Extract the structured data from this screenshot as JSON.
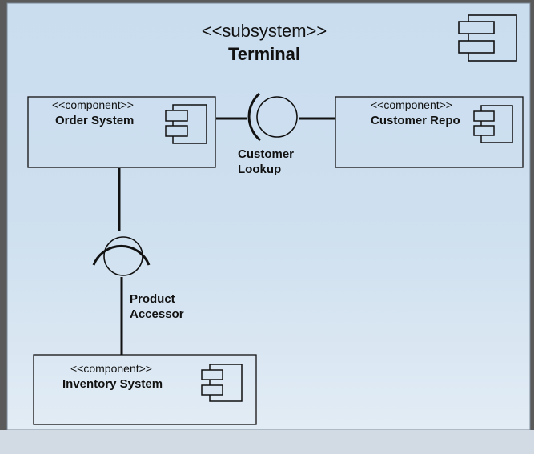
{
  "subsystem": {
    "stereotype": "<<subsystem>>",
    "name": "Terminal"
  },
  "components": [
    {
      "id": "order",
      "stereotype": "<<component>>",
      "name": "Order System"
    },
    {
      "id": "customer",
      "stereotype": "<<component>>",
      "name": "Customer Repo"
    },
    {
      "id": "inventory",
      "stereotype": "<<component>>",
      "name": "Inventory System"
    }
  ],
  "interfaces": [
    {
      "id": "customer-lookup",
      "line1": "Customer",
      "line2": "Lookup"
    },
    {
      "id": "product-accessor",
      "line1": "Product",
      "line2": "Accessor"
    }
  ],
  "colors": {
    "background_top": "#c7dcef",
    "background_bottom": "#dfeaf4",
    "stroke": "#111111"
  }
}
